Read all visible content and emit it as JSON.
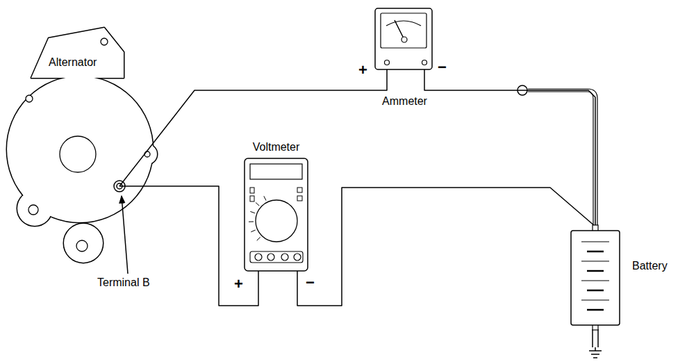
{
  "diagram": {
    "nodes": [
      {
        "text": [
          "Alternator"
        ]
      },
      {
        "text": [
          "Ammeter"
        ]
      },
      {
        "text": [
          "Voltmeter"
        ]
      },
      {
        "text": [
          "Battery"
        ]
      }
    ],
    "edges": [
      {
        "from": 0,
        "to": 1,
        "arrow": "none"
      },
      {
        "from": 1,
        "to": 3,
        "arrow": "none"
      },
      {
        "from": 0,
        "to": 2,
        "arrow": "none"
      },
      {
        "from": 2,
        "to": 3,
        "arrow": "none"
      }
    ],
    "labels": [
      "Terminal B",
      "+",
      "−",
      "+",
      "−"
    ]
  }
}
